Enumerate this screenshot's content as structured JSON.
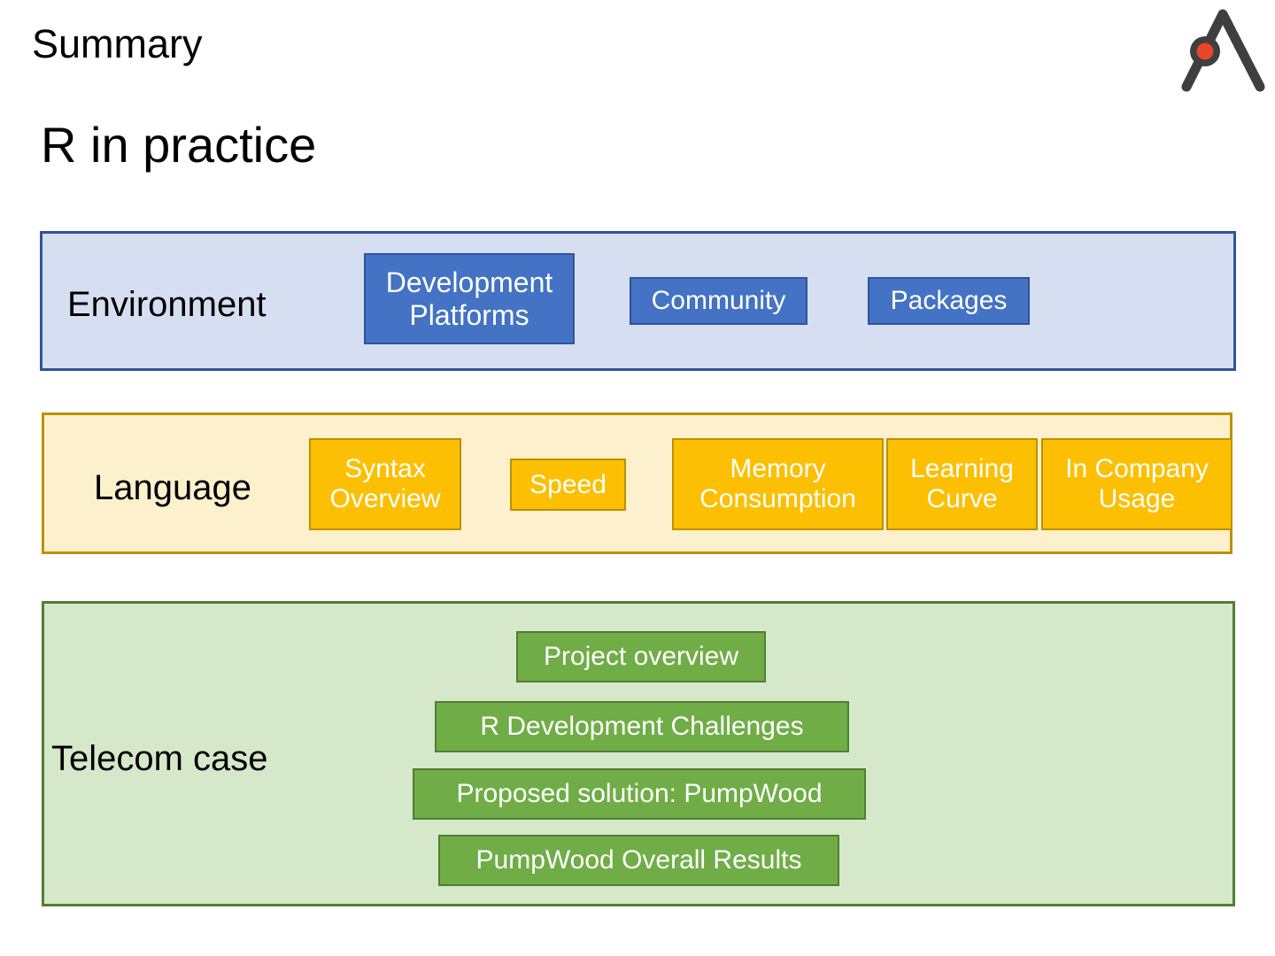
{
  "header": {
    "kicker": "Summary",
    "title": "R in practice",
    "logo_name": "lambda-node-logo",
    "logo_colors": {
      "stroke": "#3f3f3f",
      "node": "#e8452c"
    }
  },
  "bands": [
    {
      "key": "environment",
      "label": "Environment",
      "fill": "#d6dff1",
      "border": "#2e5597",
      "chip_fill": "#4472c4",
      "chip_border": "#2e5597",
      "items": [
        {
          "label": "Development Platforms"
        },
        {
          "label": "Community"
        },
        {
          "label": "Packages"
        }
      ]
    },
    {
      "key": "language",
      "label": "Language",
      "fill": "#fdf0cd",
      "border": "#bf9000",
      "chip_fill": "#fcbf02",
      "chip_border": "#bf9000",
      "items": [
        {
          "label": "Syntax Overview"
        },
        {
          "label": "Speed"
        },
        {
          "label": "Memory Consumption"
        },
        {
          "label": "Learning Curve"
        },
        {
          "label": "In Company Usage"
        }
      ]
    },
    {
      "key": "telecom",
      "label": "Telecom case",
      "fill": "#d6e8ca",
      "border": "#507e32",
      "chip_fill": "#70ad47",
      "chip_border": "#507e32",
      "items": [
        {
          "label": "Project overview"
        },
        {
          "label": "R Development Challenges"
        },
        {
          "label": "Proposed solution: PumpWood"
        },
        {
          "label": "PumpWood Overall Results"
        }
      ]
    }
  ]
}
